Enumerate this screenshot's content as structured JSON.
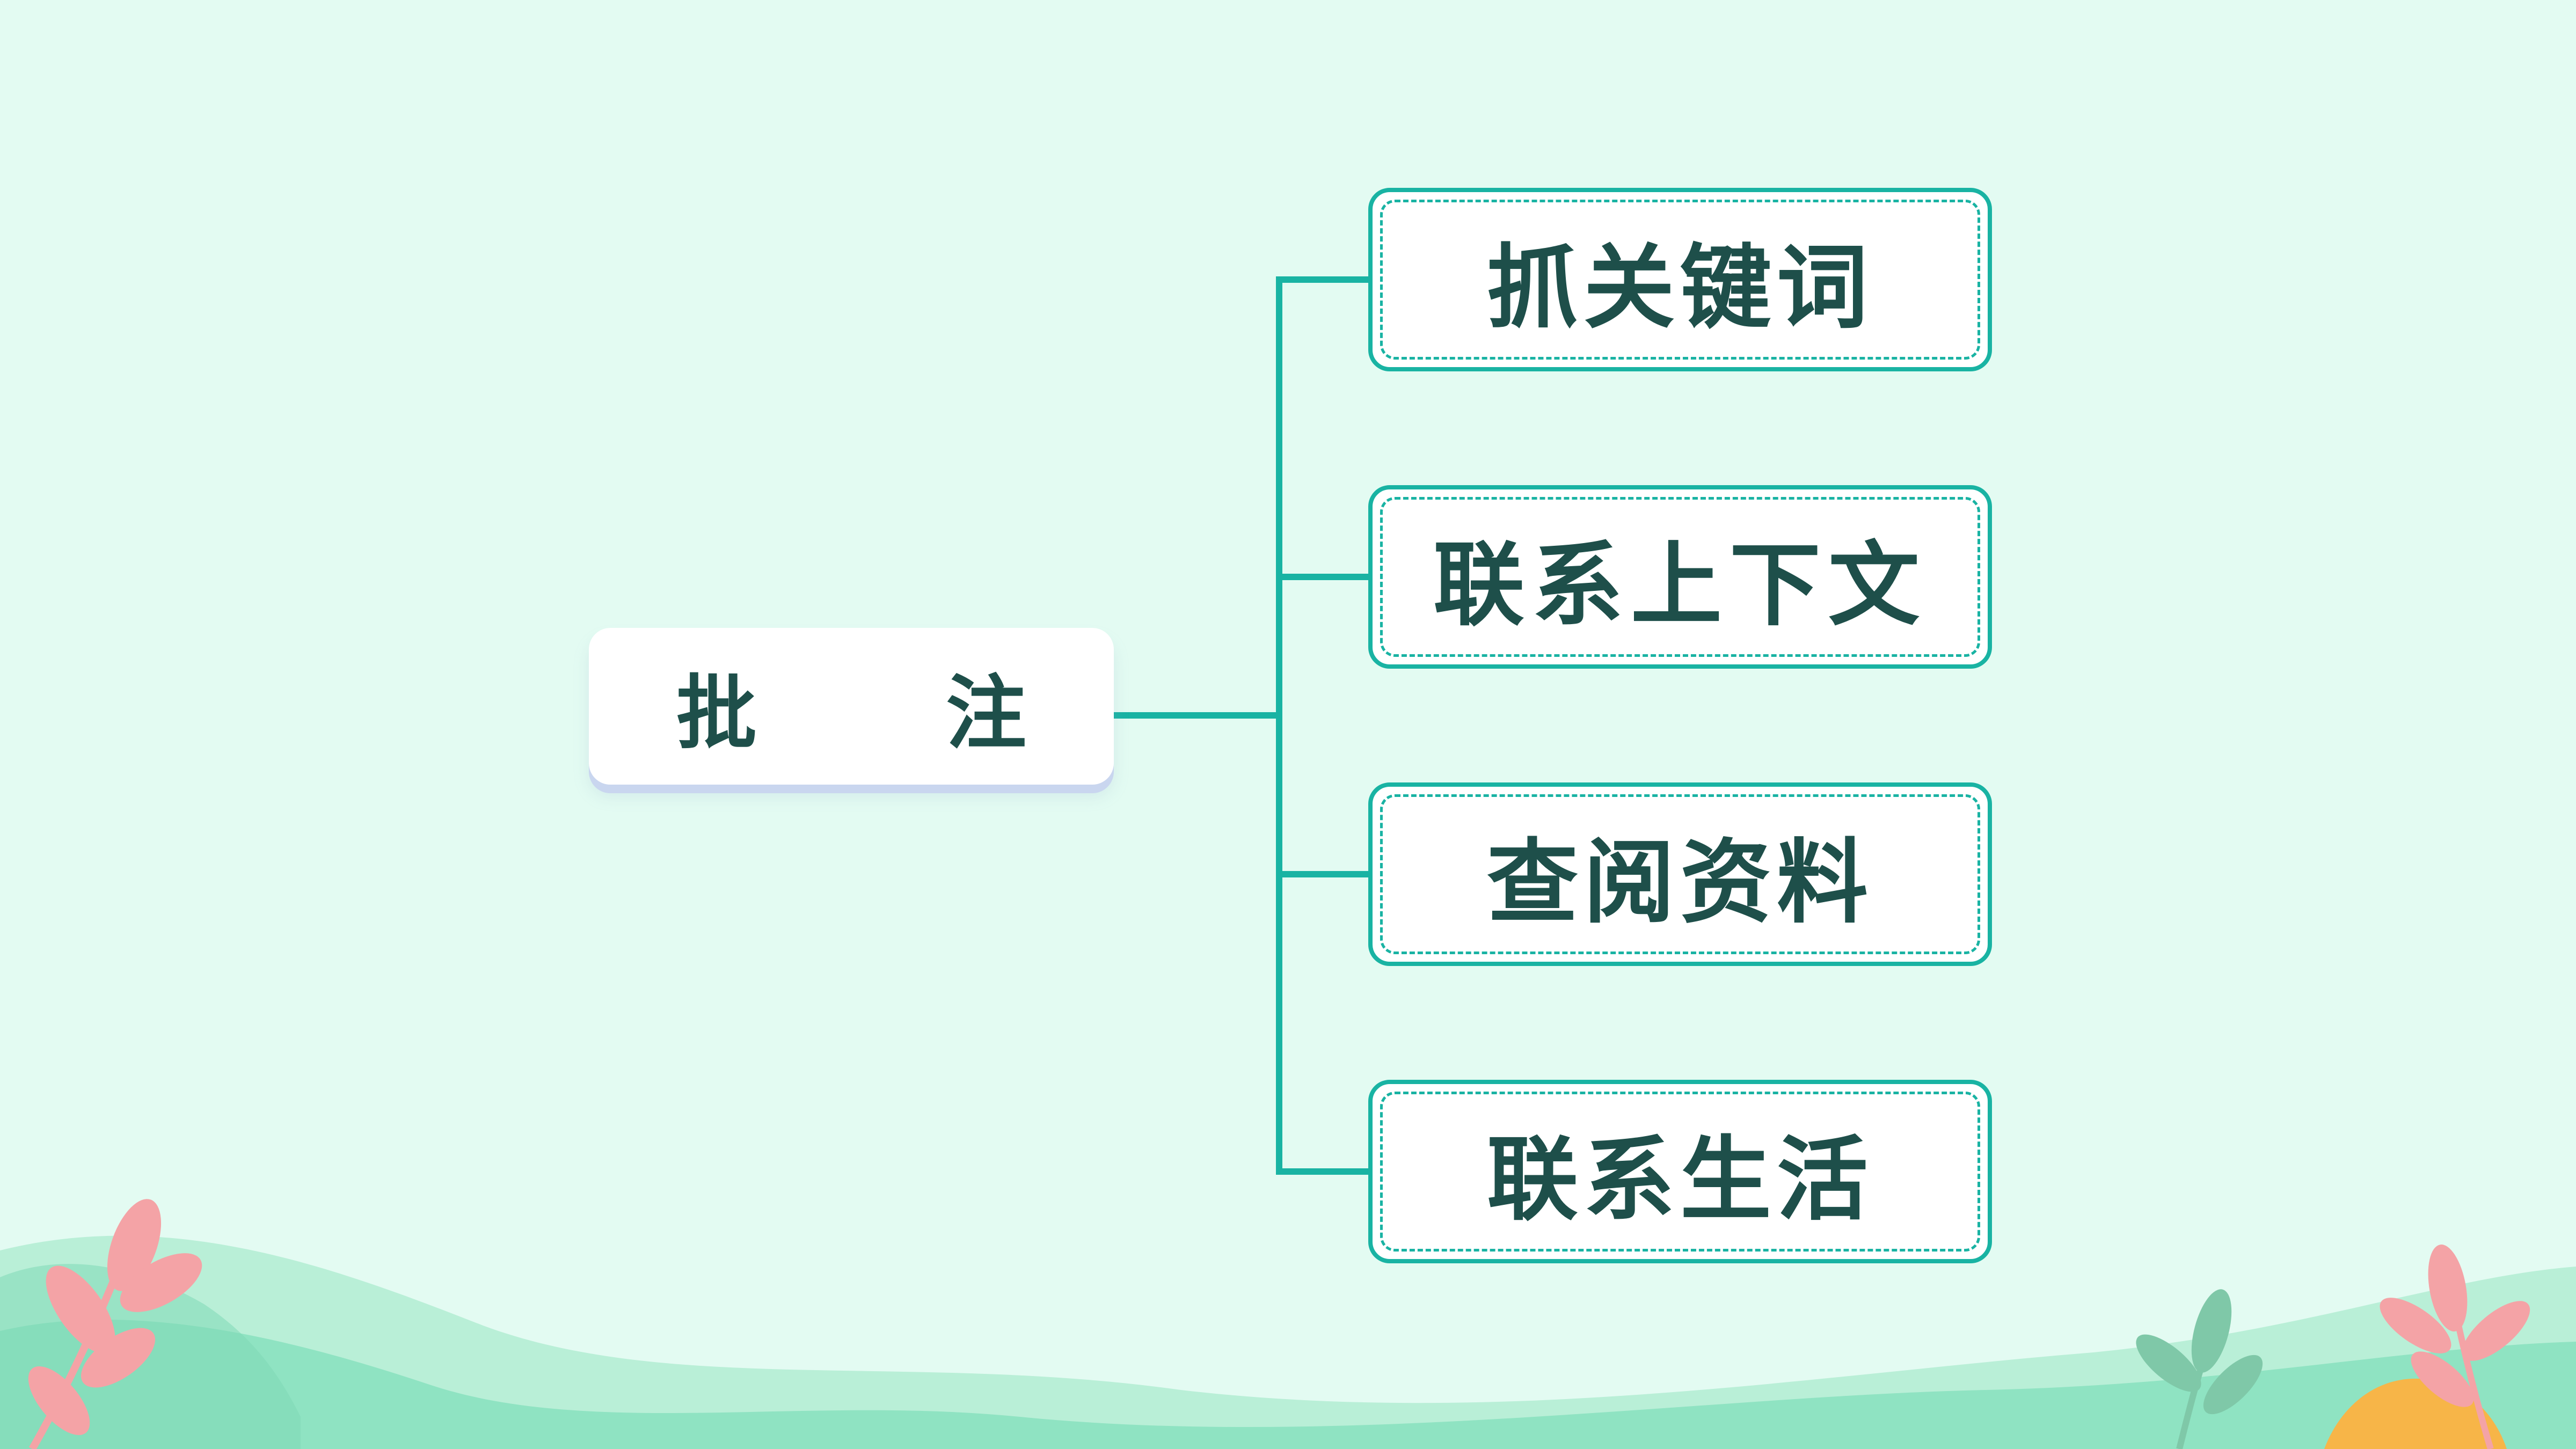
{
  "diagram": {
    "root": {
      "label": "批 注"
    },
    "branches": [
      {
        "label": "抓关键词"
      },
      {
        "label": "联系上下文"
      },
      {
        "label": "查阅资料"
      },
      {
        "label": "联系生活"
      }
    ]
  },
  "colors": {
    "background": "#e3fbf2",
    "connector": "#19b3a3",
    "text": "#1e4f4a",
    "hill_light": "#b9efd7",
    "hill_mid": "#8fe3c2",
    "leaf_pink": "#f4a3a6",
    "leaf_green": "#7fc8a8",
    "accent_orange": "#f7b548"
  },
  "decorations": {
    "bottom_left": "leaf-sprig-icon",
    "bottom_right": "leaf-sprig-icon"
  }
}
